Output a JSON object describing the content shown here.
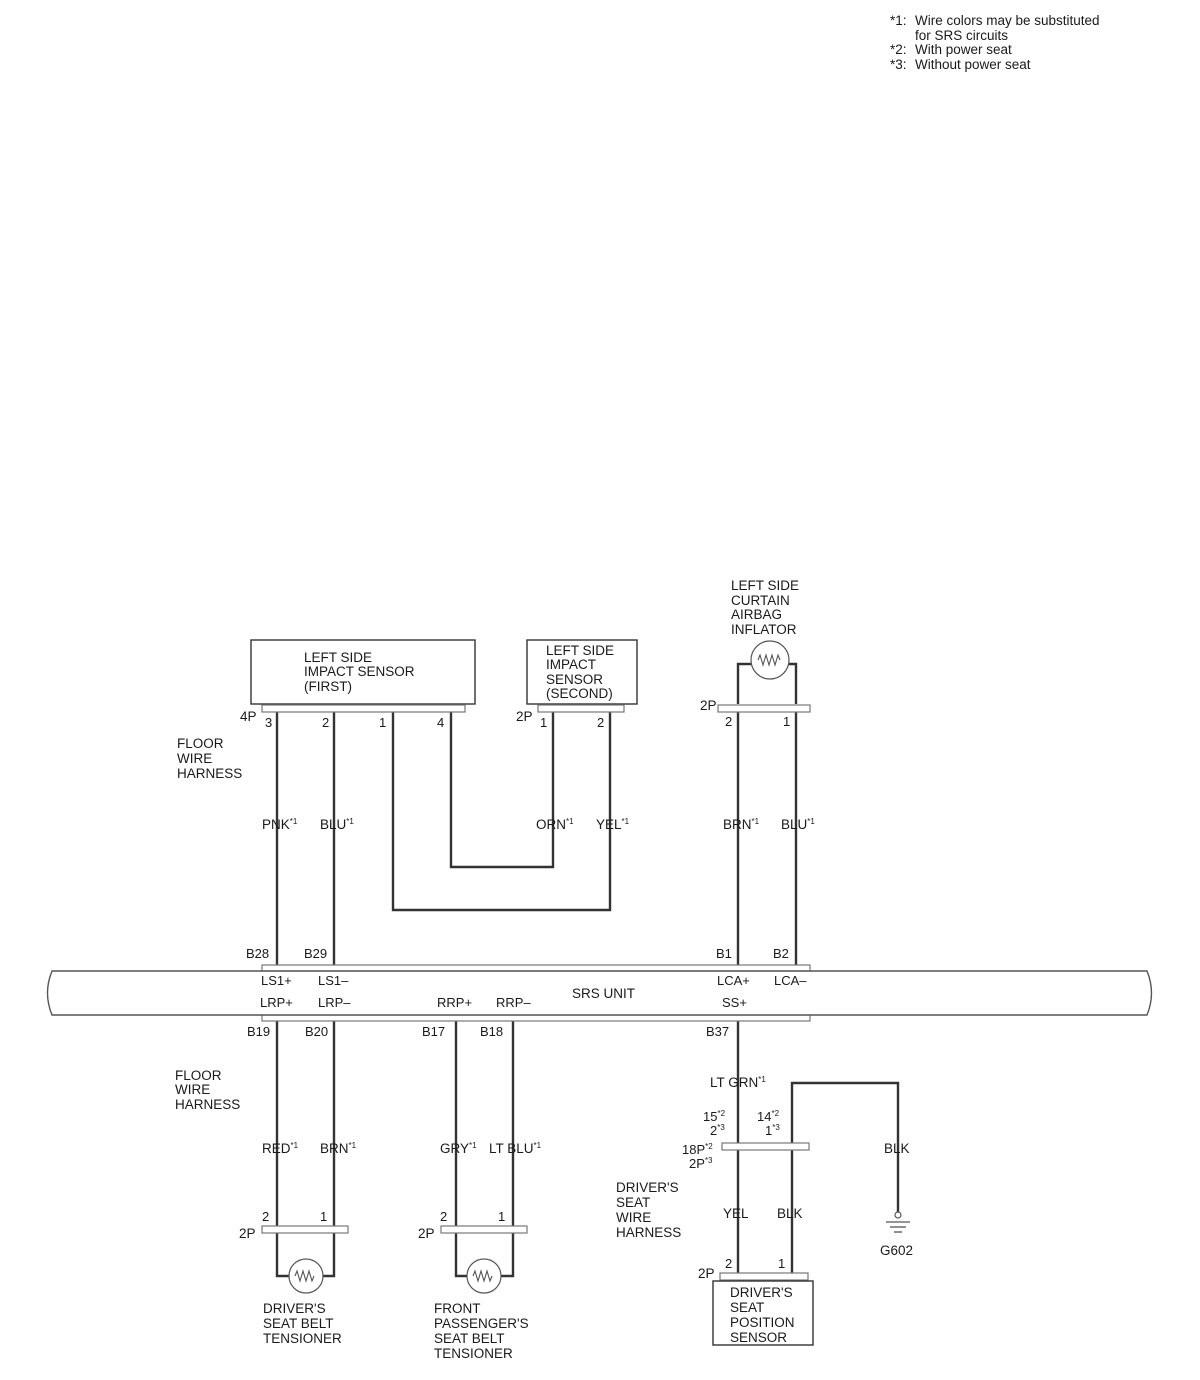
{
  "notes": [
    {
      "mark": "*1:",
      "lines": [
        "Wire colors may be substituted",
        "for SRS circuits"
      ]
    },
    {
      "mark": "*2:",
      "lines": [
        "With power seat"
      ]
    },
    {
      "mark": "*3:",
      "lines": [
        "Without power seat"
      ]
    }
  ],
  "srs_unit": {
    "label": "SRS UNIT"
  },
  "components": {
    "impact_first": {
      "lines": [
        "LEFT SIDE",
        "IMPACT SENSOR",
        "(FIRST)"
      ],
      "connector": "4P"
    },
    "impact_second": {
      "lines": [
        "LEFT SIDE",
        "IMPACT",
        "SENSOR",
        "(SECOND)"
      ],
      "connector": "2P"
    },
    "curtain": {
      "lines": [
        "LEFT SIDE",
        "CURTAIN",
        "AIRBAG",
        "INFLATOR"
      ],
      "connector": "2P"
    },
    "driver_tensioner": {
      "lines": [
        "DRIVER'S",
        "SEAT BELT",
        "TENSIONER"
      ],
      "connector": "2P"
    },
    "passenger_tensioner": {
      "lines": [
        "FRONT",
        "PASSENGER'S",
        "SEAT BELT",
        "TENSIONER"
      ],
      "connector": "2P"
    },
    "seat_sensor": {
      "lines": [
        "DRIVER'S",
        "SEAT",
        "POSITION",
        "SENSOR"
      ],
      "connector": "2P"
    }
  },
  "harnesses": {
    "floor_upper": [
      "FLOOR",
      "WIRE",
      "HARNESS"
    ],
    "floor_lower": [
      "FLOOR",
      "WIRE",
      "HARNESS"
    ],
    "driver_seat": [
      "DRIVER'S",
      "SEAT",
      "WIRE",
      "HARNESS"
    ]
  },
  "wires": {
    "pnk": {
      "color": "PNK",
      "note": "*1"
    },
    "blu1": {
      "color": "BLU",
      "note": "*1"
    },
    "orn": {
      "color": "ORN",
      "note": "*1"
    },
    "yel1": {
      "color": "YEL",
      "note": "*1"
    },
    "brn1": {
      "color": "BRN",
      "note": "*1"
    },
    "blu2": {
      "color": "BLU",
      "note": "*1"
    },
    "red": {
      "color": "RED",
      "note": "*1"
    },
    "brn2": {
      "color": "BRN",
      "note": "*1"
    },
    "gry": {
      "color": "GRY",
      "note": "*1"
    },
    "ltblu": {
      "color": "LT BLU",
      "note": "*1"
    },
    "ltgrn": {
      "color": "LT GRN",
      "note": "*1"
    },
    "blk_ground": {
      "color": "BLK",
      "note": ""
    },
    "yel2": {
      "color": "YEL",
      "note": ""
    },
    "blk2": {
      "color": "BLK",
      "note": ""
    }
  },
  "unit_terminals": {
    "b28": "B28",
    "b29": "B29",
    "b1": "B1",
    "b2": "B2",
    "ls1p": "LS1+",
    "ls1m": "LS1–",
    "lcap": "LCA+",
    "lcam": "LCA–",
    "lrpp": "LRP+",
    "lrpm": "LRP–",
    "rrpp": "RRP+",
    "rrpm": "RRP–",
    "ssp": "SS+",
    "b19": "B19",
    "b20": "B20",
    "b17": "B17",
    "b18": "B18",
    "b37": "B37"
  },
  "pins": {
    "if3": "3",
    "if2": "2",
    "if1": "1",
    "if4": "4",
    "is1": "1",
    "is2": "2",
    "ca2": "2",
    "ca1": "1",
    "dt2": "2",
    "dt1": "1",
    "pt2": "2",
    "pt1": "1",
    "sp2": "2",
    "sp1": "1"
  },
  "seat_connector": {
    "left_pins": [
      {
        "text": "15",
        "note": "*2"
      },
      {
        "text": "2",
        "note": "*3"
      }
    ],
    "right_pins": [
      {
        "text": "14",
        "note": "*2"
      },
      {
        "text": "1",
        "note": "*3"
      }
    ],
    "sizes": [
      {
        "text": "18P",
        "note": "*2"
      },
      {
        "text": "2P",
        "note": "*3"
      }
    ]
  },
  "ground": {
    "label": "G602"
  }
}
